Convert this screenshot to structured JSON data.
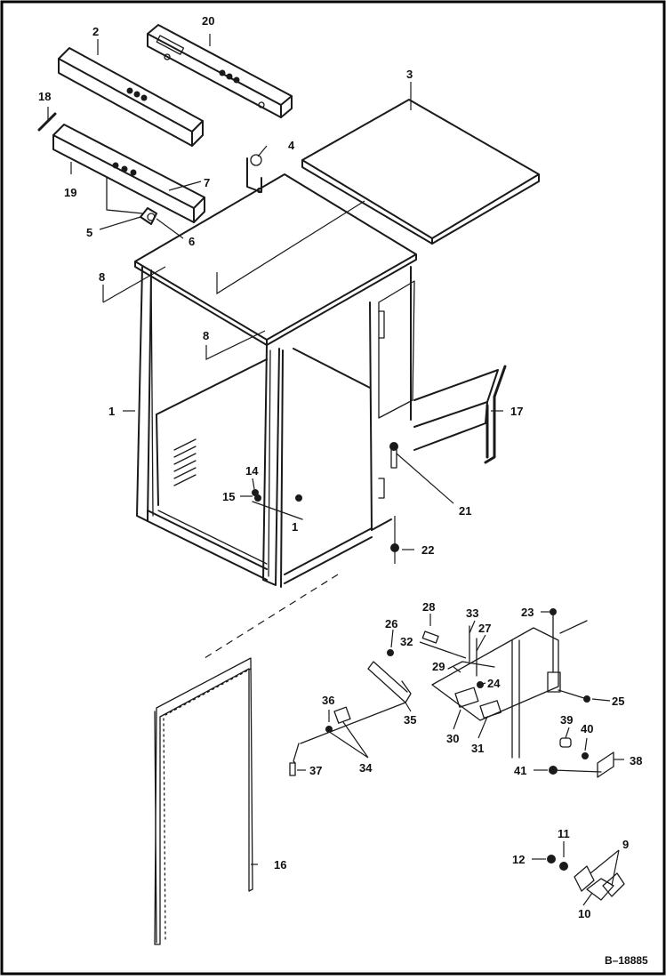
{
  "drawing": {
    "reference": "B–18885",
    "callouts": [
      {
        "id": "1",
        "label": "1"
      },
      {
        "id": "1b",
        "label": "1"
      },
      {
        "id": "2",
        "label": "2"
      },
      {
        "id": "3",
        "label": "3"
      },
      {
        "id": "4",
        "label": "4"
      },
      {
        "id": "5",
        "label": "5"
      },
      {
        "id": "6",
        "label": "6"
      },
      {
        "id": "7",
        "label": "7"
      },
      {
        "id": "8a",
        "label": "8"
      },
      {
        "id": "8b",
        "label": "8"
      },
      {
        "id": "9",
        "label": "9"
      },
      {
        "id": "10",
        "label": "10"
      },
      {
        "id": "11",
        "label": "11"
      },
      {
        "id": "12",
        "label": "12"
      },
      {
        "id": "14",
        "label": "14"
      },
      {
        "id": "15",
        "label": "15"
      },
      {
        "id": "16",
        "label": "16"
      },
      {
        "id": "17",
        "label": "17"
      },
      {
        "id": "18",
        "label": "18"
      },
      {
        "id": "19",
        "label": "19"
      },
      {
        "id": "20",
        "label": "20"
      },
      {
        "id": "21",
        "label": "21"
      },
      {
        "id": "22",
        "label": "22"
      },
      {
        "id": "23",
        "label": "23"
      },
      {
        "id": "24",
        "label": "24"
      },
      {
        "id": "25",
        "label": "25"
      },
      {
        "id": "26",
        "label": "26"
      },
      {
        "id": "27",
        "label": "27"
      },
      {
        "id": "28",
        "label": "28"
      },
      {
        "id": "29",
        "label": "29"
      },
      {
        "id": "30",
        "label": "30"
      },
      {
        "id": "31",
        "label": "31"
      },
      {
        "id": "32",
        "label": "32"
      },
      {
        "id": "33",
        "label": "33"
      },
      {
        "id": "34",
        "label": "34"
      },
      {
        "id": "35",
        "label": "35"
      },
      {
        "id": "36",
        "label": "36"
      },
      {
        "id": "37",
        "label": "37"
      },
      {
        "id": "38",
        "label": "38"
      },
      {
        "id": "39",
        "label": "39"
      },
      {
        "id": "40",
        "label": "40"
      },
      {
        "id": "41",
        "label": "41"
      }
    ]
  }
}
